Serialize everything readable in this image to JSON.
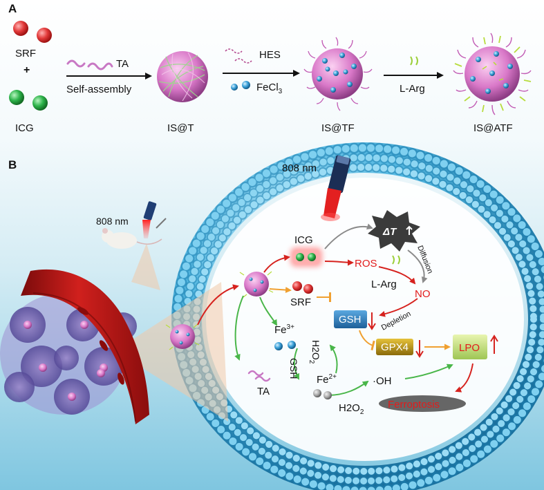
{
  "panel_a": {
    "label": "A",
    "srf": "SRF",
    "plus": "+",
    "icg": "ICG",
    "ta": "TA",
    "self_assembly": "Self-assembly",
    "is_t": "IS@T",
    "hes": "HES",
    "fecl3": "FeCl3",
    "is_tf": "IS@TF",
    "l_arg": "L-Arg",
    "is_atf": "IS@ATF"
  },
  "panel_b": {
    "label": "B",
    "laser_small": "808 nm",
    "laser_top": "808 nm",
    "icg": "ICG",
    "delta_t": "ΔT",
    "diffusion": "Diffusion",
    "ros": "ROS",
    "l_arg": "L-Arg",
    "no": "NO",
    "srf": "SRF",
    "gsh_box": "GSH",
    "depletion": "Depletion",
    "fe3": "Fe3+",
    "h2o2_a": "H2O2",
    "gsh_side": "GSH",
    "ta": "TA",
    "fe2": "Fe2+",
    "oh": "·OH",
    "h2o2_b": "H2O2",
    "gpx4": "GPX4",
    "lpo": "LPO",
    "ferroptosis": "Ferroptosis"
  },
  "colors": {
    "srf_red": "#e23a3a",
    "icg_green": "#2db34a",
    "fe_blue": "#3aa0d8",
    "arrow_red": "#d6221e",
    "arrow_green": "#49b649",
    "arrow_orange": "#f0a030",
    "gsh_box": "#2f86c6",
    "gpx4_box": "#c9a015",
    "lpo_box": "#c6e37a",
    "membrane": "#3eaad8"
  }
}
